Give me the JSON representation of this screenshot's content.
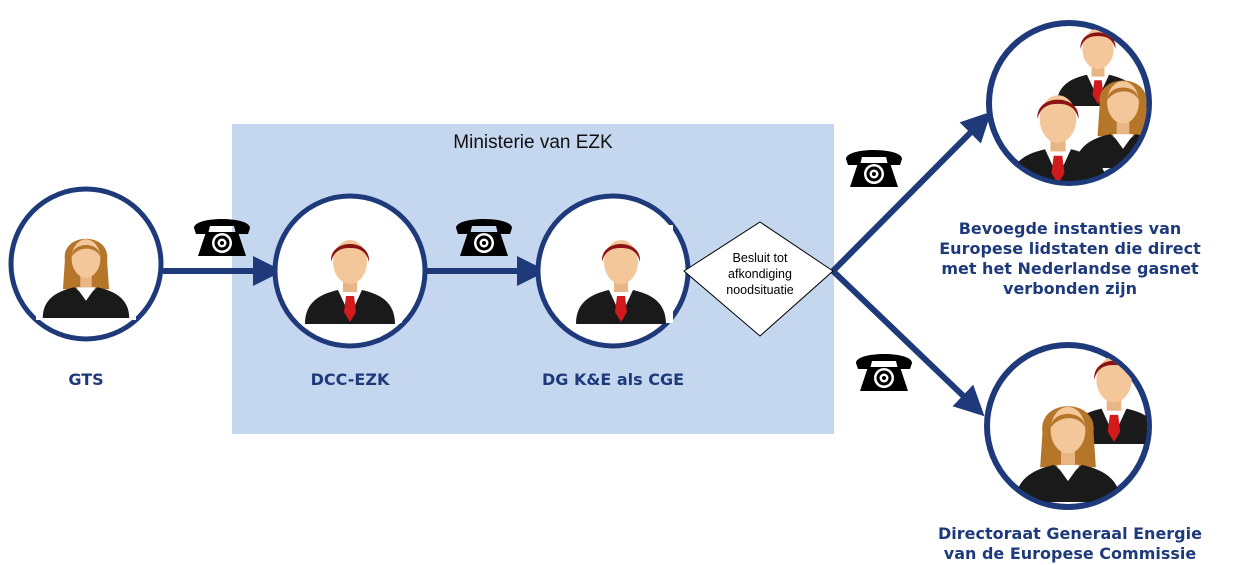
{
  "ministry": {
    "title": "Ministerie van EZK"
  },
  "decision": {
    "lines": [
      "Besluit tot",
      "afkondiging",
      "noodsituatie"
    ]
  },
  "actors": {
    "gts": "GTS",
    "dcc": "DCC-EZK",
    "dg": "DG K&E als CGE",
    "member_states": [
      "Bevoegde instanties van",
      "Europese lidstaten die direct",
      "met het Nederlandse gasnet",
      "verbonden zijn"
    ],
    "commission": [
      "Directoraat Generaal Energie",
      "van de Europese Commissie"
    ]
  },
  "icons": {
    "phone": "phone-icon",
    "person": "person-icon"
  },
  "colors": {
    "navy": "#1f3a7a",
    "ministry_bg": "#c5d7ef",
    "hair": "#8a1414",
    "skin": "#f4c79a",
    "suit": "#1a1a1a",
    "tie": "#d21a1a",
    "female_hair": "#b5762a"
  }
}
